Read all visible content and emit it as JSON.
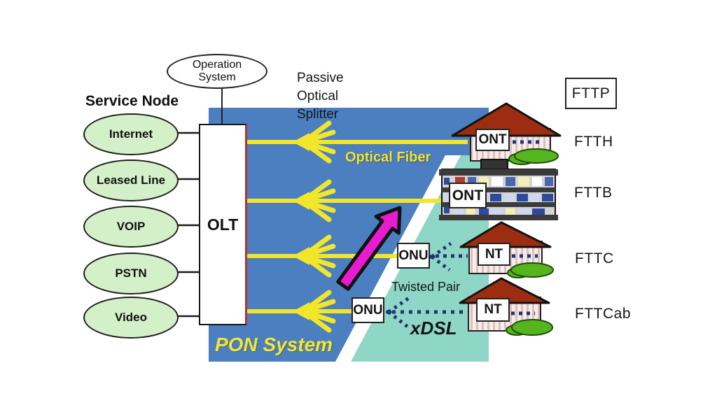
{
  "service_node": {
    "title": "Service Node",
    "items": [
      {
        "label": "Internet"
      },
      {
        "label": "Leased Line"
      },
      {
        "label": "VOIP"
      },
      {
        "label": "PSTN"
      },
      {
        "label": "Video"
      }
    ]
  },
  "operation_system": {
    "line1": "Operation",
    "line2": "System"
  },
  "olt_label": "OLT",
  "splitter_label": {
    "line1": "Passive",
    "line2": "Optical",
    "line3": "Splitter"
  },
  "optical_fiber_label": "Optical Fiber",
  "pon_label": "PON System",
  "twisted_pair_label": "Twisted Pair",
  "xdsl_label": "xDSL",
  "units": {
    "ont_house": "ONT",
    "ont_building": "ONT",
    "onu_fttc": "ONU",
    "onu_fttcab": "ONU",
    "nt_fttc": "NT",
    "nt_fttcab": "NT"
  },
  "fttx_labels": {
    "fttp": "FTTP",
    "ftth": "FTTH",
    "fttb": "FTTB",
    "fttc": "FTTC",
    "fttcab": "FTTCab"
  },
  "colors": {
    "pon_blue": "#4b7fbf",
    "access_teal": "#8ed6c6",
    "fiber_yellow": "#f2e62b",
    "arrow_magenta": "#e81bd1",
    "service_green": "#d4f0c8",
    "dot_navy": "#223377",
    "roof_red": "#9c2d10",
    "bush_green": "#56b41f"
  }
}
